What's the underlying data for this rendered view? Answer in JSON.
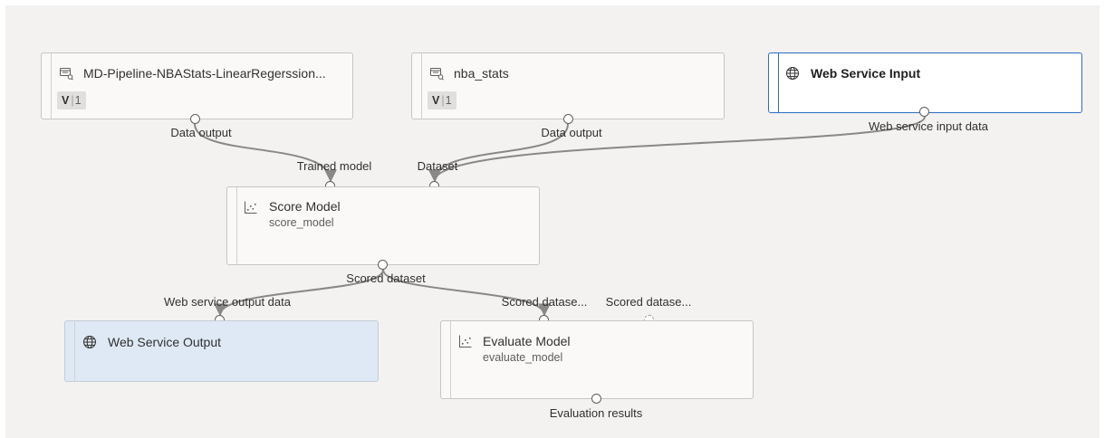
{
  "nodes": {
    "pipeline_dataset": {
      "title": "MD-Pipeline-NBAStats-LinearRegerssion...",
      "icon": "dataset-icon",
      "version": {
        "v": "V",
        "num": "1"
      },
      "ports": {
        "out": "Data output"
      }
    },
    "nba_stats": {
      "title": "nba_stats",
      "icon": "dataset-icon",
      "version": {
        "v": "V",
        "num": "1"
      },
      "ports": {
        "out": "Data output"
      }
    },
    "web_service_input": {
      "title": "Web Service Input",
      "icon": "globe-icon",
      "ports": {
        "out": "Web service input data"
      }
    },
    "score_model": {
      "title": "Score Model",
      "subtitle": "score_model",
      "icon": "scatter-chart-icon",
      "ports": {
        "in1": "Trained model",
        "in2": "Dataset",
        "out": "Scored dataset"
      }
    },
    "web_service_output": {
      "title": "Web Service Output",
      "icon": "globe-icon",
      "ports": {
        "in": "Web service output data"
      }
    },
    "evaluate_model": {
      "title": "Evaluate Model",
      "subtitle": "evaluate_model",
      "icon": "scatter-chart-icon",
      "ports": {
        "in1": "Scored datase...",
        "in2": "Scored datase...",
        "out": "Evaluation results"
      }
    }
  },
  "colors": {
    "canvas": "#f3f2f1",
    "selected_border": "#2b6cc4",
    "output_node_fill": "#dee9f5",
    "edge": "#8a8886"
  }
}
